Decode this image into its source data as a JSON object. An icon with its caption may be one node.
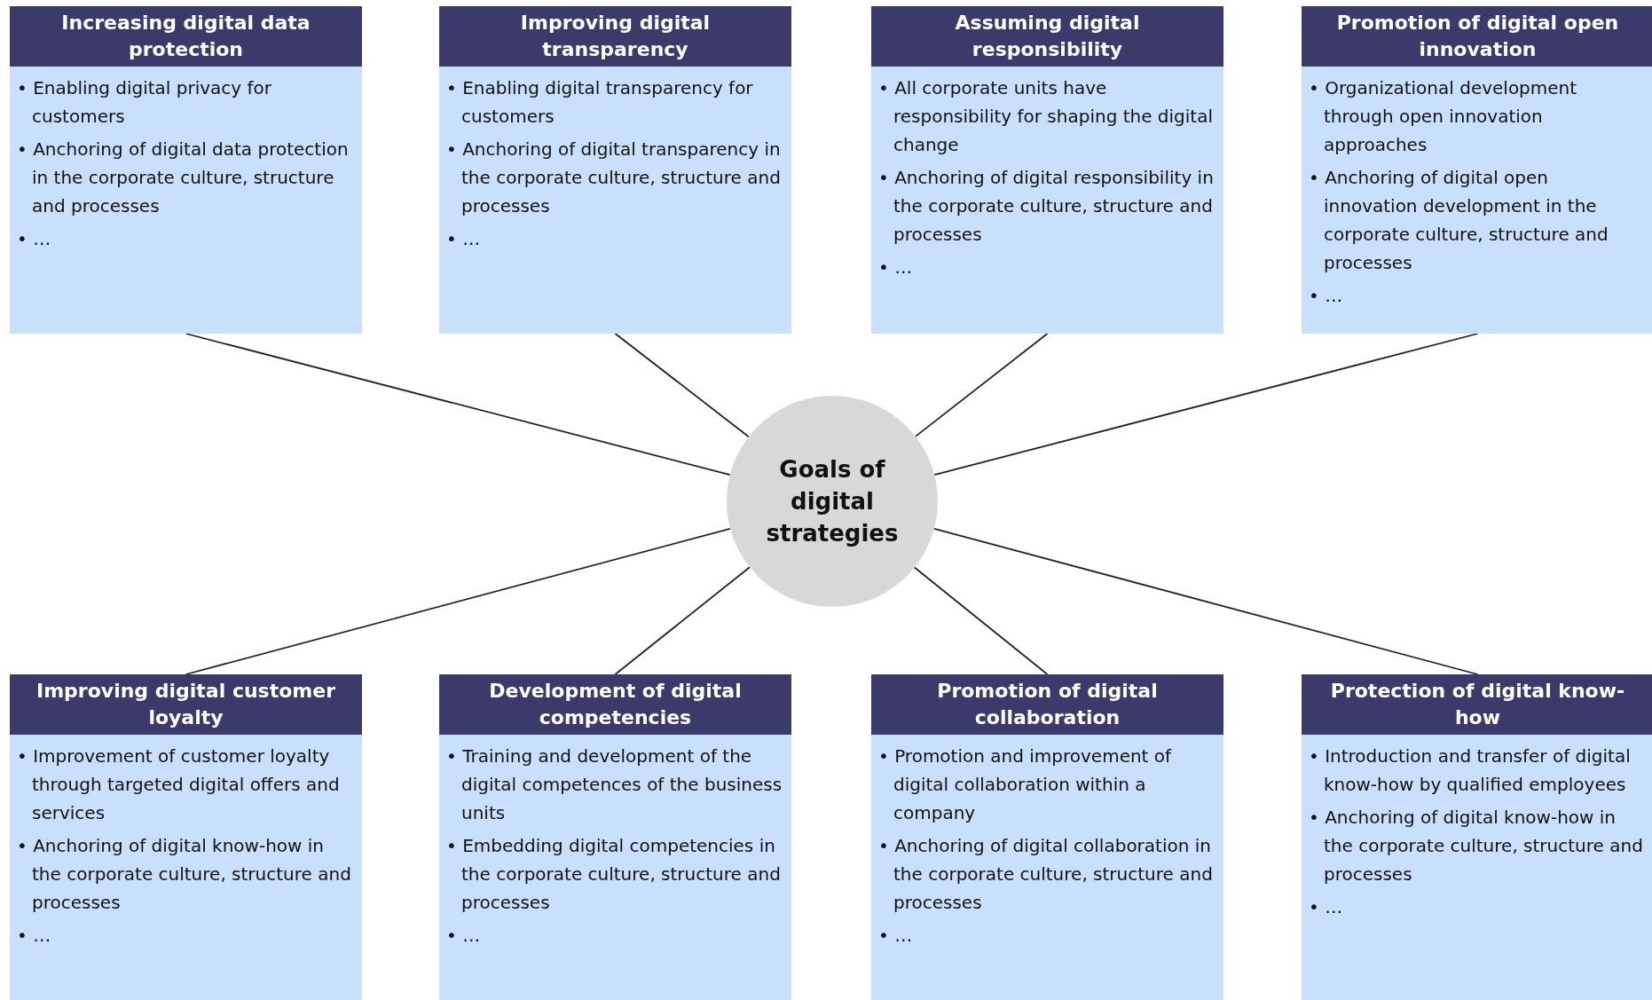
{
  "diagram": {
    "nodes": [
      {
        "text": [
          "Increasing digital data protection",
          "• Enabling digital privacy for customers",
          "• Anchoring of digital data protection in the corporate culture, structure and processes",
          "• …"
        ]
      },
      {
        "text": [
          "Improving digital transparency",
          "• Enabling digital transparency for customers",
          "• Anchoring of digital transparency in the corporate culture, structure and processes",
          "• …"
        ]
      },
      {
        "text": [
          "Assuming digital responsibility",
          "• All corporate units have responsibility for shaping the digital change",
          "• Anchoring of digital responsibility in the corporate culture, structure and processes",
          "• …"
        ]
      },
      {
        "text": [
          "Promotion of digital open innovation",
          "• Organizational development through open innovation approaches",
          "• Anchoring of digital open innovation development in the corporate culture, structure and processes",
          "• …"
        ]
      },
      {
        "text": [
          "Goals of digital strategies"
        ]
      },
      {
        "text": [
          "Improving digital customer loyalty",
          "• Improvement of customer loyalty through targeted digital offers and services",
          "• Anchoring of digital know-how in the corporate culture, structure and processes",
          "• …"
        ]
      },
      {
        "text": [
          "Development of digital competencies",
          "• Training and development of the digital competences of the business units",
          "• Embedding digital competencies in the corporate culture, structure and processes",
          "• …"
        ]
      },
      {
        "text": [
          "Promotion of digital collaboration",
          "• Promotion and improvement of digital collaboration within a company",
          "• Anchoring of digital collaboration in the corporate culture, structure and processes",
          "• …"
        ]
      },
      {
        "text": [
          "Protection of digital know-how",
          "• Introduction and transfer of digital know-how by qualified employees",
          "• Anchoring of digital know-how in the corporate culture, structure and processes",
          "• …"
        ]
      }
    ],
    "edges": [
      {
        "from": 4,
        "to": 0,
        "arrow": "none"
      },
      {
        "from": 4,
        "to": 1,
        "arrow": "none"
      },
      {
        "from": 4,
        "to": 2,
        "arrow": "none"
      },
      {
        "from": 4,
        "to": 3,
        "arrow": "none"
      },
      {
        "from": 4,
        "to": 5,
        "arrow": "none"
      },
      {
        "from": 4,
        "to": 6,
        "arrow": "none"
      },
      {
        "from": 4,
        "to": 7,
        "arrow": "none"
      },
      {
        "from": 4,
        "to": 8,
        "arrow": "none"
      }
    ]
  }
}
